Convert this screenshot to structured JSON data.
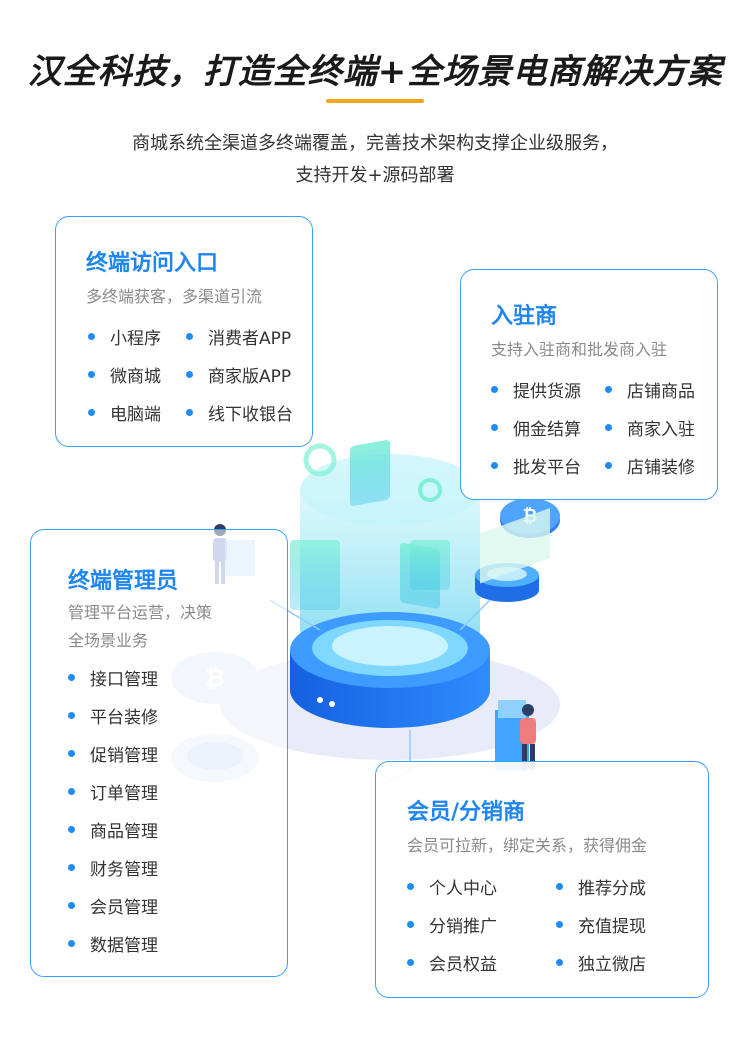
{
  "header": {
    "title": "汉全科技，打造全终端+全场景电商解决方案",
    "subtitle_line1": "商城系统全渠道多终端覆盖，完善技术架构支撑企业级服务，",
    "subtitle_line2": "支持开发+源码部署"
  },
  "cards": {
    "terminal": {
      "title": "终端访问入口",
      "desc": "多终端获客，多渠道引流",
      "items": [
        "小程序",
        "消费者APP",
        "微商城",
        "商家版APP",
        "电脑端",
        "线下收银台"
      ]
    },
    "merchant": {
      "title": "入驻商",
      "desc": "支持入驻商和批发商入驻",
      "items": [
        "提供货源",
        "店铺商品",
        "佣金结算",
        "商家入驻",
        "批发平台",
        "店铺装修"
      ]
    },
    "admin": {
      "title": "终端管理员",
      "desc_line1": "管理平台运营，决策",
      "desc_line2": "全场景业务",
      "items": [
        "接口管理",
        "平台装修",
        "促销管理",
        "订单管理",
        "商品管理",
        "财务管理",
        "会员管理",
        "数据管理"
      ]
    },
    "member": {
      "title": "会员/分销商",
      "desc": "会员可拉新，绑定关系，获得佣金",
      "items": [
        "个人中心",
        "推荐分成",
        "分销推广",
        "充值提现",
        "会员权益",
        "独立微店"
      ]
    }
  },
  "colors": {
    "accent": "#1f86f0",
    "border": "#3aa0ff",
    "underline": "#f5a51f"
  }
}
